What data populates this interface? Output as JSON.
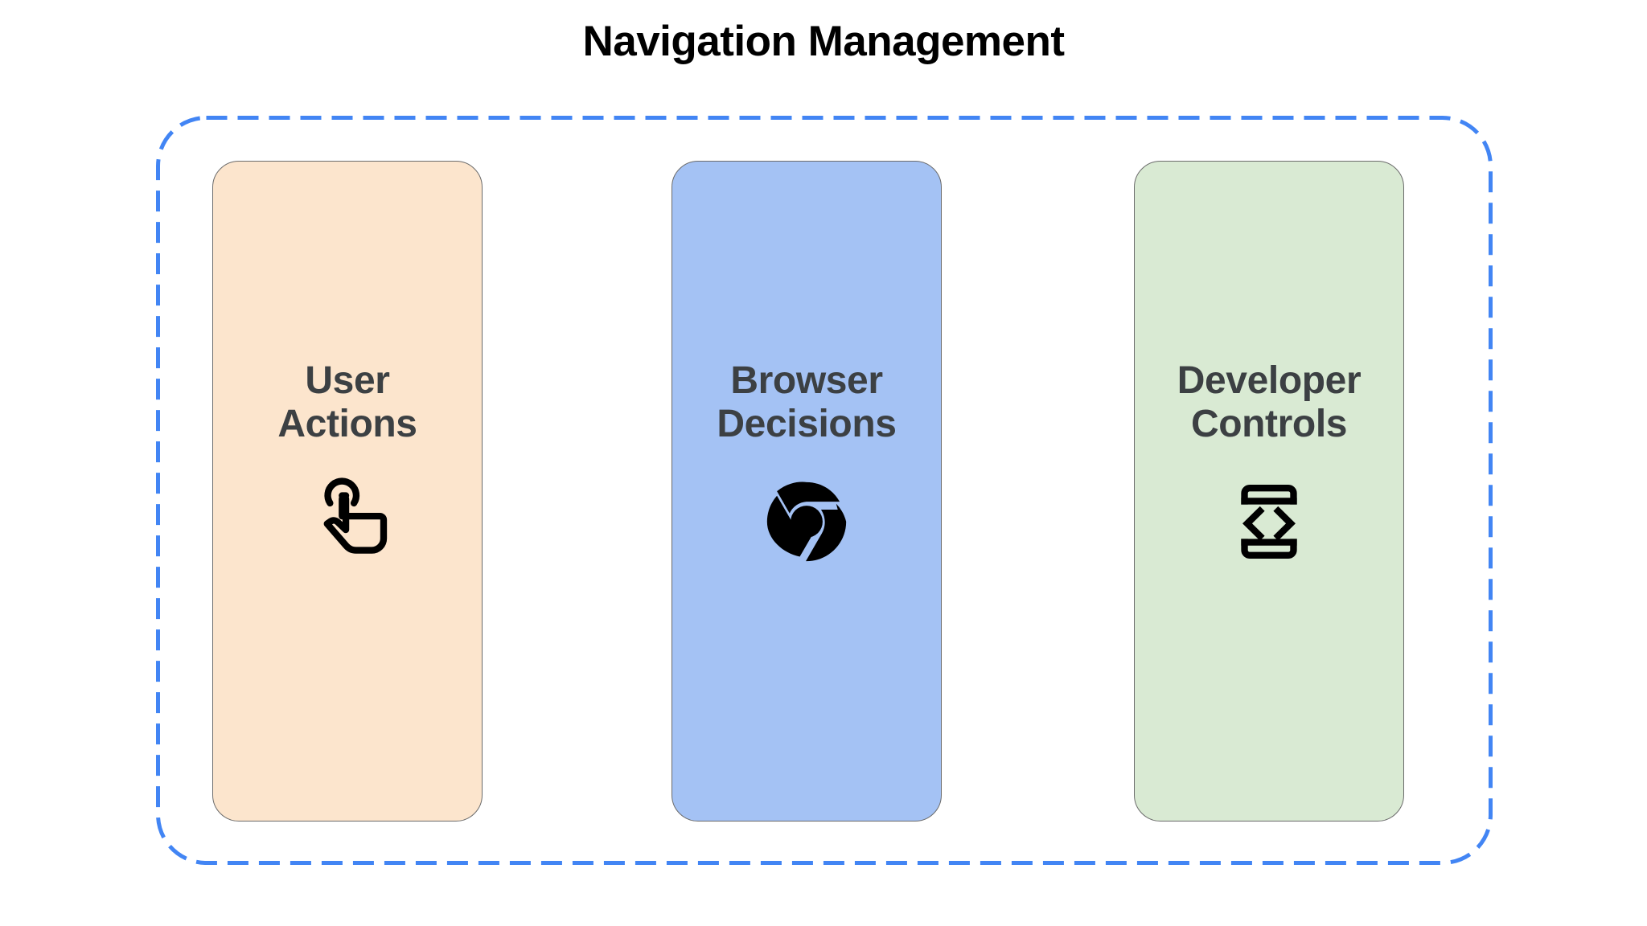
{
  "page": {
    "title": "Navigation Management",
    "background_color": "#ffffff",
    "title_color": "#000000"
  },
  "group": {
    "name": "navigation-management-group",
    "border_style": "dashed",
    "border_color": "#4285f4"
  },
  "cards": [
    {
      "id": "user-actions",
      "label": "User\nActions",
      "label_line_1": "User",
      "label_line_2": "Actions",
      "fill_color": "#fce5cd",
      "border_color": "#6b6b6b",
      "text_color": "#3c4043",
      "icon": "touch-gesture-icon",
      "icon_color": "#000000"
    },
    {
      "id": "browser-decisions",
      "label": "Browser\nDecisions",
      "label_line_1": "Browser",
      "label_line_2": "Decisions",
      "fill_color": "#a4c2f4",
      "border_color": "#6b6b6b",
      "text_color": "#3c4043",
      "icon": "chrome-logo-icon",
      "icon_color": "#000000"
    },
    {
      "id": "developer-controls",
      "label": "Developer\nControls",
      "label_line_1": "Developer",
      "label_line_2": "Controls",
      "fill_color": "#d9ead3",
      "border_color": "#6b6b6b",
      "text_color": "#3c4043",
      "icon": "developer-mode-icon",
      "icon_color": "#000000"
    }
  ]
}
